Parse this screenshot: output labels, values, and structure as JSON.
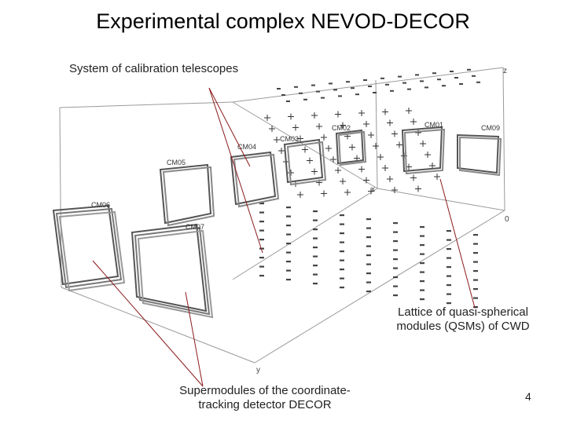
{
  "slide": {
    "title": "Experimental complex NEVOD-DECOR",
    "page_number": "4"
  },
  "callouts": {
    "telescopes": "System of calibration telescopes",
    "qsm_line1": "Lattice of quasi-spherical",
    "qsm_line2": "modules (QSMs) of CWD",
    "decor_line1": "Supermodules of the coordinate-",
    "decor_line2": "tracking detector DECOR"
  },
  "axes": {
    "z": "z",
    "x": "x",
    "y": "y",
    "origin": "0"
  },
  "chambers": {
    "cm01": "CM01",
    "cm02": "CM02",
    "cm03": "CM03",
    "cm04": "CM04",
    "cm05": "CM05",
    "cm06": "CM06",
    "cm07": "CM07",
    "cm09": "CM09"
  },
  "colors": {
    "callout_line": "#8b1a1a",
    "frame": "#555555",
    "grid_line": "#bbbbbb"
  }
}
